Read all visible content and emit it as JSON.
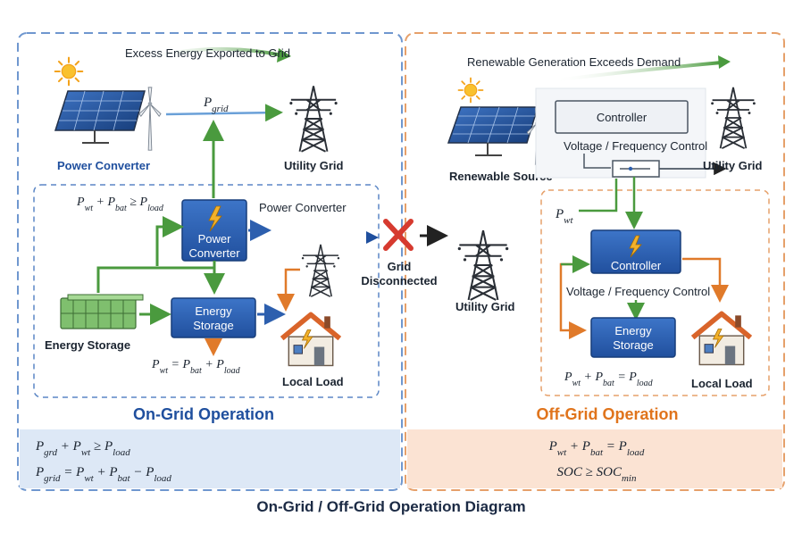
{
  "title": "On-Grid / Off-Grid Operation Diagram",
  "colors": {
    "blue_box": "#2d5fae",
    "green_arrow": "#4a9a3e",
    "orange_arrow": "#e07a2a",
    "on_grid_heading": "#1f4f9e",
    "off_grid_heading": "#e0741c",
    "on_grid_panel": "#dde8f6",
    "off_grid_panel": "#fbe3d3"
  },
  "on_grid": {
    "heading": "On-Grid Operation",
    "top_caption": "Excess Energy Exported to Grid",
    "source_label": "Power Converter",
    "p_grid_label": "P",
    "p_grid_sub": "grid",
    "utility_grid_label": "Utility Grid",
    "inequality_top": {
      "a": "P",
      "a_sub": "wt",
      "b": "P",
      "b_sub": "bat",
      "c": "P",
      "c_sub": "load",
      "op1": " + ",
      "op2": " ≥ "
    },
    "converter_box": [
      "Power",
      "Converter"
    ],
    "converter_caption": "Power Converter",
    "storage_box": [
      "Energy",
      "Storage"
    ],
    "storage_label": "Energy Storage",
    "equation_mid": {
      "a": "P",
      "a_sub": "wt",
      "b": "P",
      "b_sub": "bat",
      "c": "P",
      "c_sub": "load",
      "op1": " = ",
      "op2": " + "
    },
    "local_load_label": "Local Load",
    "panel_eq1": {
      "a": "P",
      "a_sub": "grd",
      "b": "P",
      "b_sub": "wt",
      "c": "P",
      "c_sub": "load",
      "op1": " + ",
      "op2": " ≥ "
    },
    "panel_eq2": {
      "a": "P",
      "a_sub": "grid",
      "b": "P",
      "b_sub": "wt",
      "c": "P",
      "c_sub": "bat",
      "d": "P",
      "d_sub": "load",
      "op1": " = ",
      "op2": " + ",
      "op3": " − "
    }
  },
  "transition": {
    "label_line1": "Grid",
    "label_line2": "Disconnected",
    "utility_grid_label": "Utility Grid"
  },
  "off_grid": {
    "heading": "Off-Grid Operation",
    "top_caption": "Renewable Generation Exceeds Demand",
    "controller_top": "Controller",
    "vf_top": "Voltage / Frequency Control",
    "utility_grid_label": "Utility Grid",
    "source_label": "Renewable Source",
    "p_wt": {
      "a": "P",
      "a_sub": "wt"
    },
    "controller_box": "Controller",
    "vf_mid": "Voltage / Frequency Control",
    "storage_box": [
      "Energy",
      "Storage"
    ],
    "equation_mid": {
      "a": "P",
      "a_sub": "wt",
      "b": "P",
      "b_sub": "bat",
      "c": "P",
      "c_sub": "load",
      "op1": " + ",
      "op2": " = "
    },
    "local_load_label": "Local Load",
    "panel_eq1": {
      "a": "P",
      "a_sub": "wt",
      "b": "P",
      "b_sub": "bat",
      "c": "P",
      "c_sub": "load",
      "op1": " + ",
      "op2": " = "
    },
    "panel_eq2": {
      "a": "SOC",
      "op1": " ≥ ",
      "b": "SOC",
      "b_sub": "min"
    }
  }
}
